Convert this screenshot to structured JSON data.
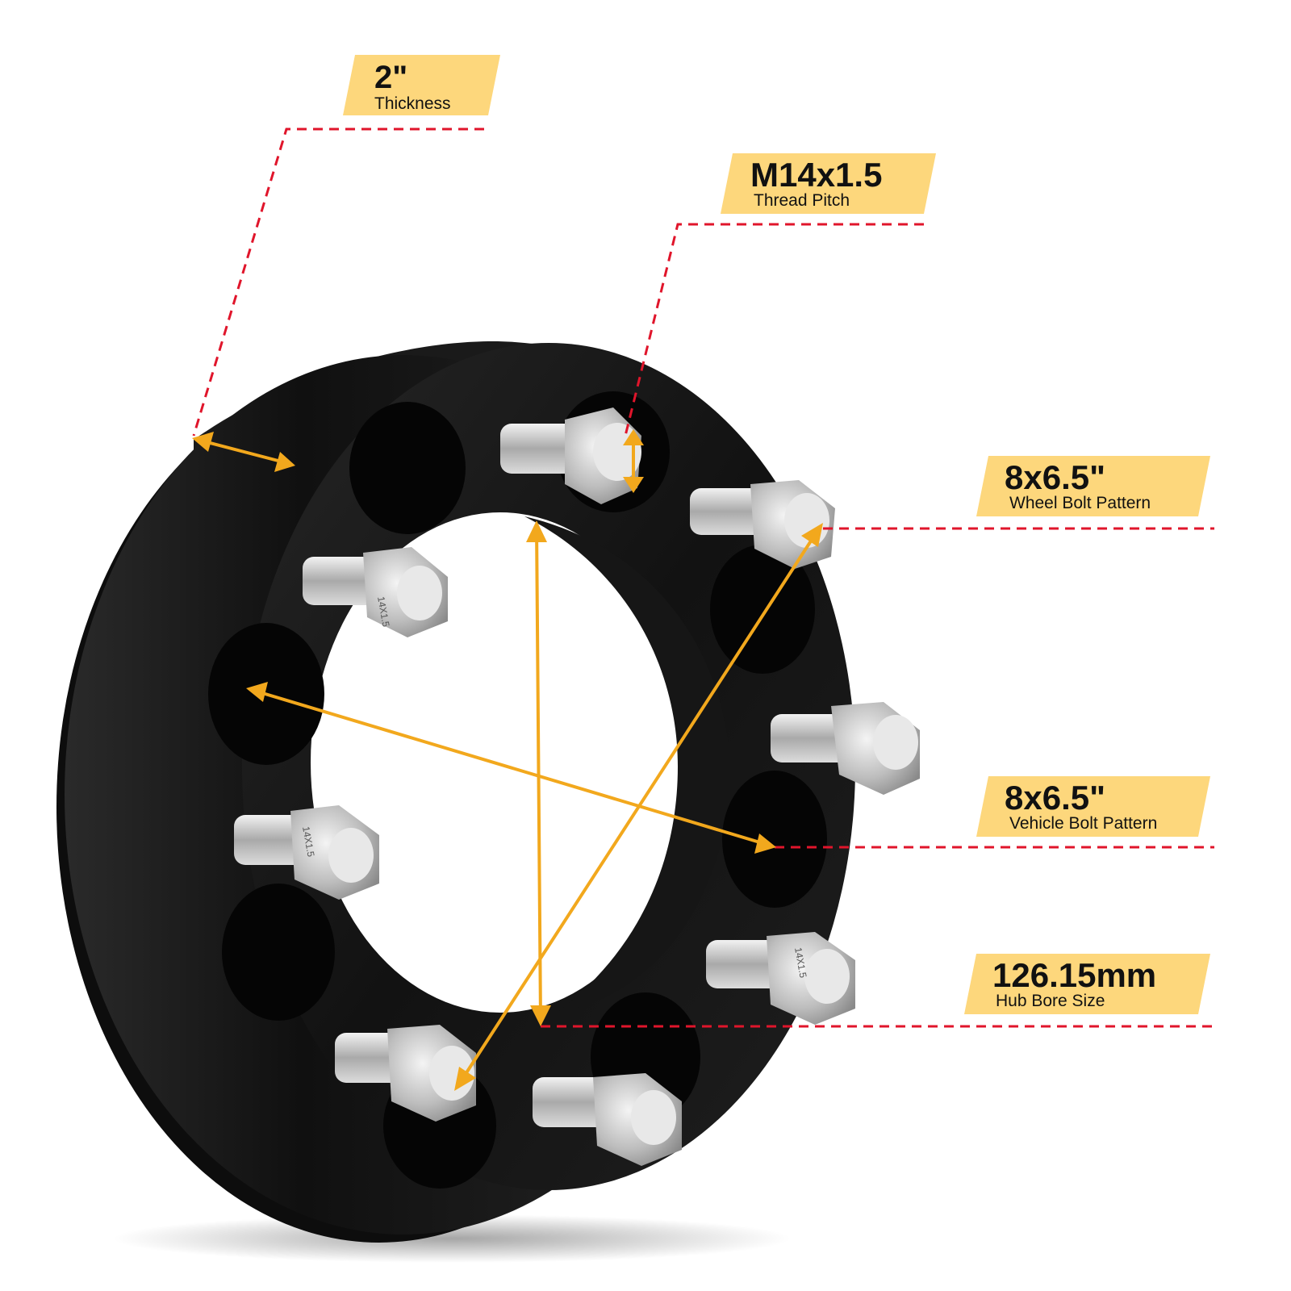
{
  "callouts": {
    "thickness": {
      "value": "2\"",
      "caption": "Thickness"
    },
    "thread_pitch": {
      "value": "M14x1.5",
      "caption": "Thread Pitch"
    },
    "wheel_pattern": {
      "value": "8x6.5\"",
      "caption": "Wheel Bolt Pattern"
    },
    "vehicle_pattern": {
      "value": "8x6.5\"",
      "caption": "Vehicle Bolt Pattern"
    },
    "hub_bore": {
      "value": "126.15mm",
      "caption": "Hub Bore Size"
    }
  },
  "stud_markings": [
    "14X1.5",
    "14X1.5",
    "14X1.5"
  ],
  "colors": {
    "label_fill": "#fdd77c",
    "leader_line": "#e0152b",
    "arrow": "#f2a81d",
    "spacer_body": "#141414",
    "stud": "#c9c9c9"
  }
}
